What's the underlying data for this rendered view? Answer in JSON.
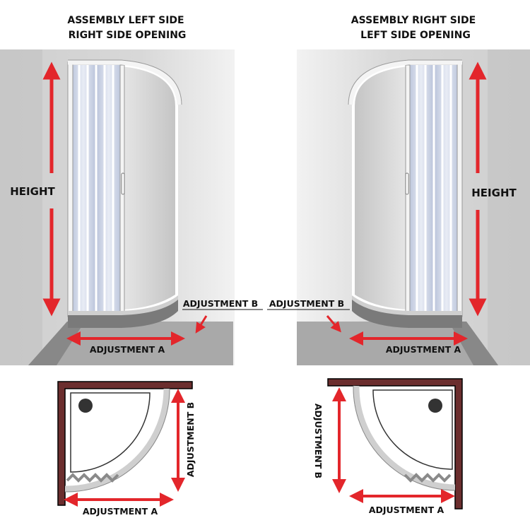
{
  "left_panel": {
    "title_line1": "ASSEMBLY LEFT SIDE",
    "title_line2": "RIGHT SIDE OPENING",
    "height_label": "HEIGHT",
    "adjustment_a_label": "ADJUSTMENT A",
    "adjustment_b_label": "ADJUSTMENT B"
  },
  "right_panel": {
    "title_line1": "ASSEMBLY RIGHT SIDE",
    "title_line2": "LEFT SIDE OPENING",
    "height_label": "HEIGHT",
    "adjustment_a_label": "ADJUSTMENT A",
    "adjustment_b_label": "ADJUSTMENT B"
  },
  "plan_left": {
    "adjustment_a_label": "ADJUSTMENT A",
    "adjustment_b_label": "ADJUSTMENT B"
  },
  "plan_right": {
    "adjustment_a_label": "ADJUSTMENT A",
    "adjustment_b_label": "ADJUSTMENT B"
  },
  "colors": {
    "arrow": "#e3262b",
    "wall_frame": "#6b2e2e",
    "frame": "#f4f4f4",
    "folding_panel": "#c9d2e3",
    "background_wall": "#d4d4d4",
    "tray": "#7a7a7a"
  }
}
